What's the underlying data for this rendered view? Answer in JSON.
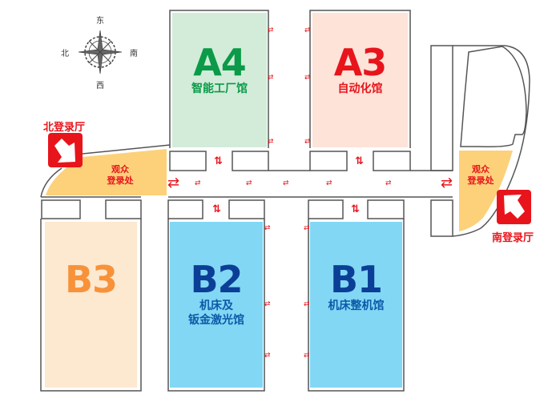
{
  "compass": {
    "east": "东",
    "north": "北",
    "south": "南",
    "west": "西"
  },
  "halls": {
    "a4": {
      "code": "A4",
      "name": "智能工厂馆",
      "fill": "#d2ecd9",
      "text_color": "#0a9a48"
    },
    "a3": {
      "code": "A3",
      "name": "自动化馆",
      "fill": "#fde3d8",
      "text_color": "#e8141c"
    },
    "b3": {
      "code": "B3",
      "fill": "#fde8d0",
      "text_color": "#f7923a"
    },
    "b2": {
      "code": "B2",
      "name_line1": "机床及",
      "name_line2": "钣金激光馆",
      "fill": "#82d7f5",
      "text_color": "#0b3f97"
    },
    "b1": {
      "code": "B1",
      "name": "机床整机馆",
      "fill": "#82d7f5",
      "text_color": "#0b3f97"
    }
  },
  "registration": {
    "north": {
      "line1": "观众",
      "line2": "登录处"
    },
    "south": {
      "line1": "观众",
      "line2": "登录处"
    },
    "fill": "#fcd17a"
  },
  "entrances": {
    "north": {
      "label": "北登录厅",
      "icon": "arrow-down-right-icon"
    },
    "south": {
      "label": "南登录厅",
      "icon": "arrow-up-left-icon"
    }
  },
  "symbols": {
    "two_way": "⇄",
    "up_down": "⇅"
  },
  "accent": "#e8141c"
}
